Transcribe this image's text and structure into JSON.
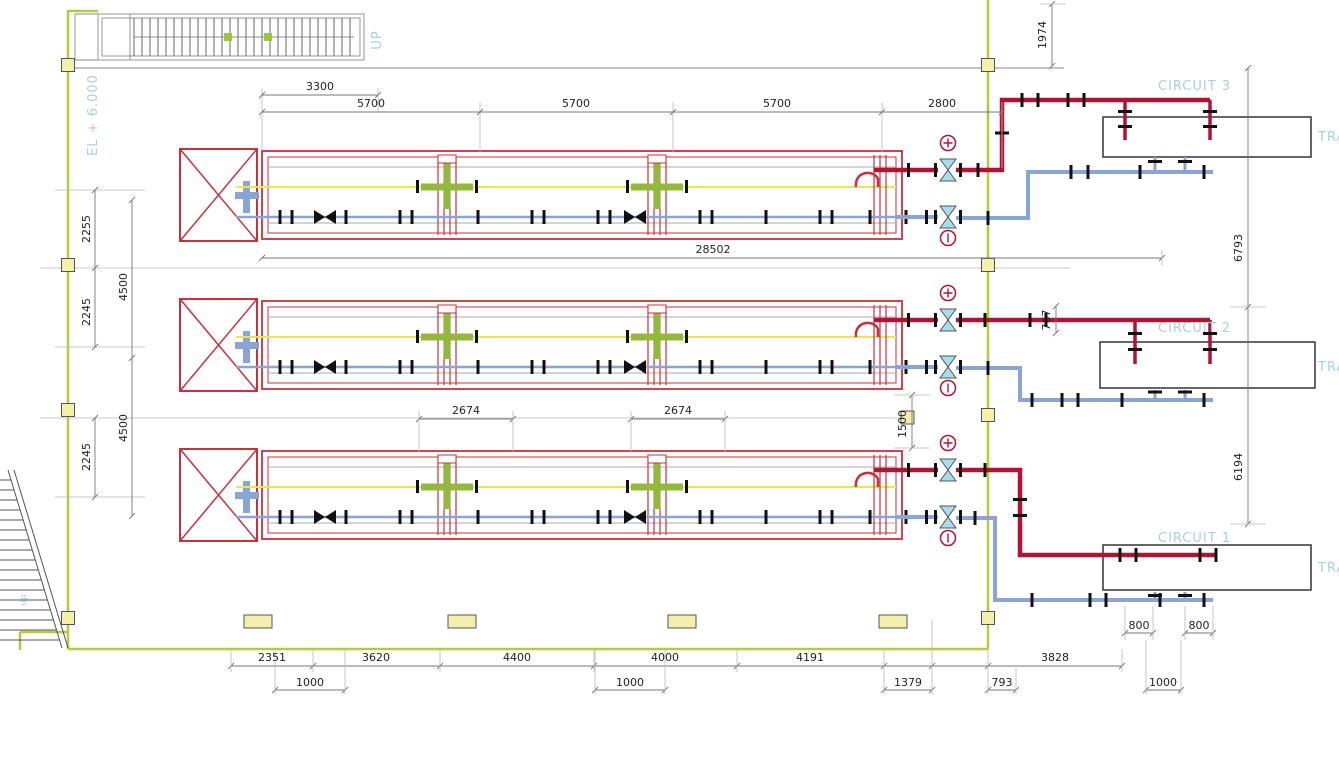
{
  "drawing": {
    "type": "engine-hall-piping-layout-plan",
    "labels": {
      "up_top": "UP",
      "up_bottom": "up",
      "elevation": "EL + 6.000",
      "circuit_1": "CIRCUIT 1",
      "circuit_2": "CIRCUIT 2",
      "circuit_3": "CIRCUIT 3",
      "transformer_label": "TRAN"
    },
    "dims": {
      "t_3300": "3300",
      "t_5700_1": "5700",
      "t_5700_2": "5700",
      "t_5700_3": "5700",
      "t_2800": "2800",
      "total_length": "28502",
      "l_2255": "2255",
      "l_4500_1": "4500",
      "l_2245_1": "2245",
      "l_4500_2": "4500",
      "l_2245_2": "2245",
      "m_2674_1": "2674",
      "m_2674_2": "2674",
      "m_1500": "1500",
      "r_1974": "1974",
      "r_767": "767",
      "r_6793": "6793",
      "r_6194": "6194",
      "r_800_1": "800",
      "r_800_2": "800",
      "b_2351": "2351",
      "b_3620": "3620",
      "b_4400": "4400",
      "b_4000": "4000",
      "b_4191": "4191",
      "b_3828": "3828",
      "b_1000_1": "1000",
      "b_1000_2": "1000",
      "b_1000_3": "1000",
      "b_1379": "1379",
      "b_793": "793"
    },
    "colors": {
      "wall_green": "#b5c944",
      "machine_red": "#c8303c",
      "supply_pipe_red": "#b01335",
      "return_pipe_blue": "#8aa5d5",
      "component_green": "#93b83d",
      "column_yellow": "#f3efad",
      "valve_light_blue": "#a8dcef",
      "annotation_blue": "#a9cfe0",
      "centerline_yellow": "#e9e94f"
    }
  }
}
